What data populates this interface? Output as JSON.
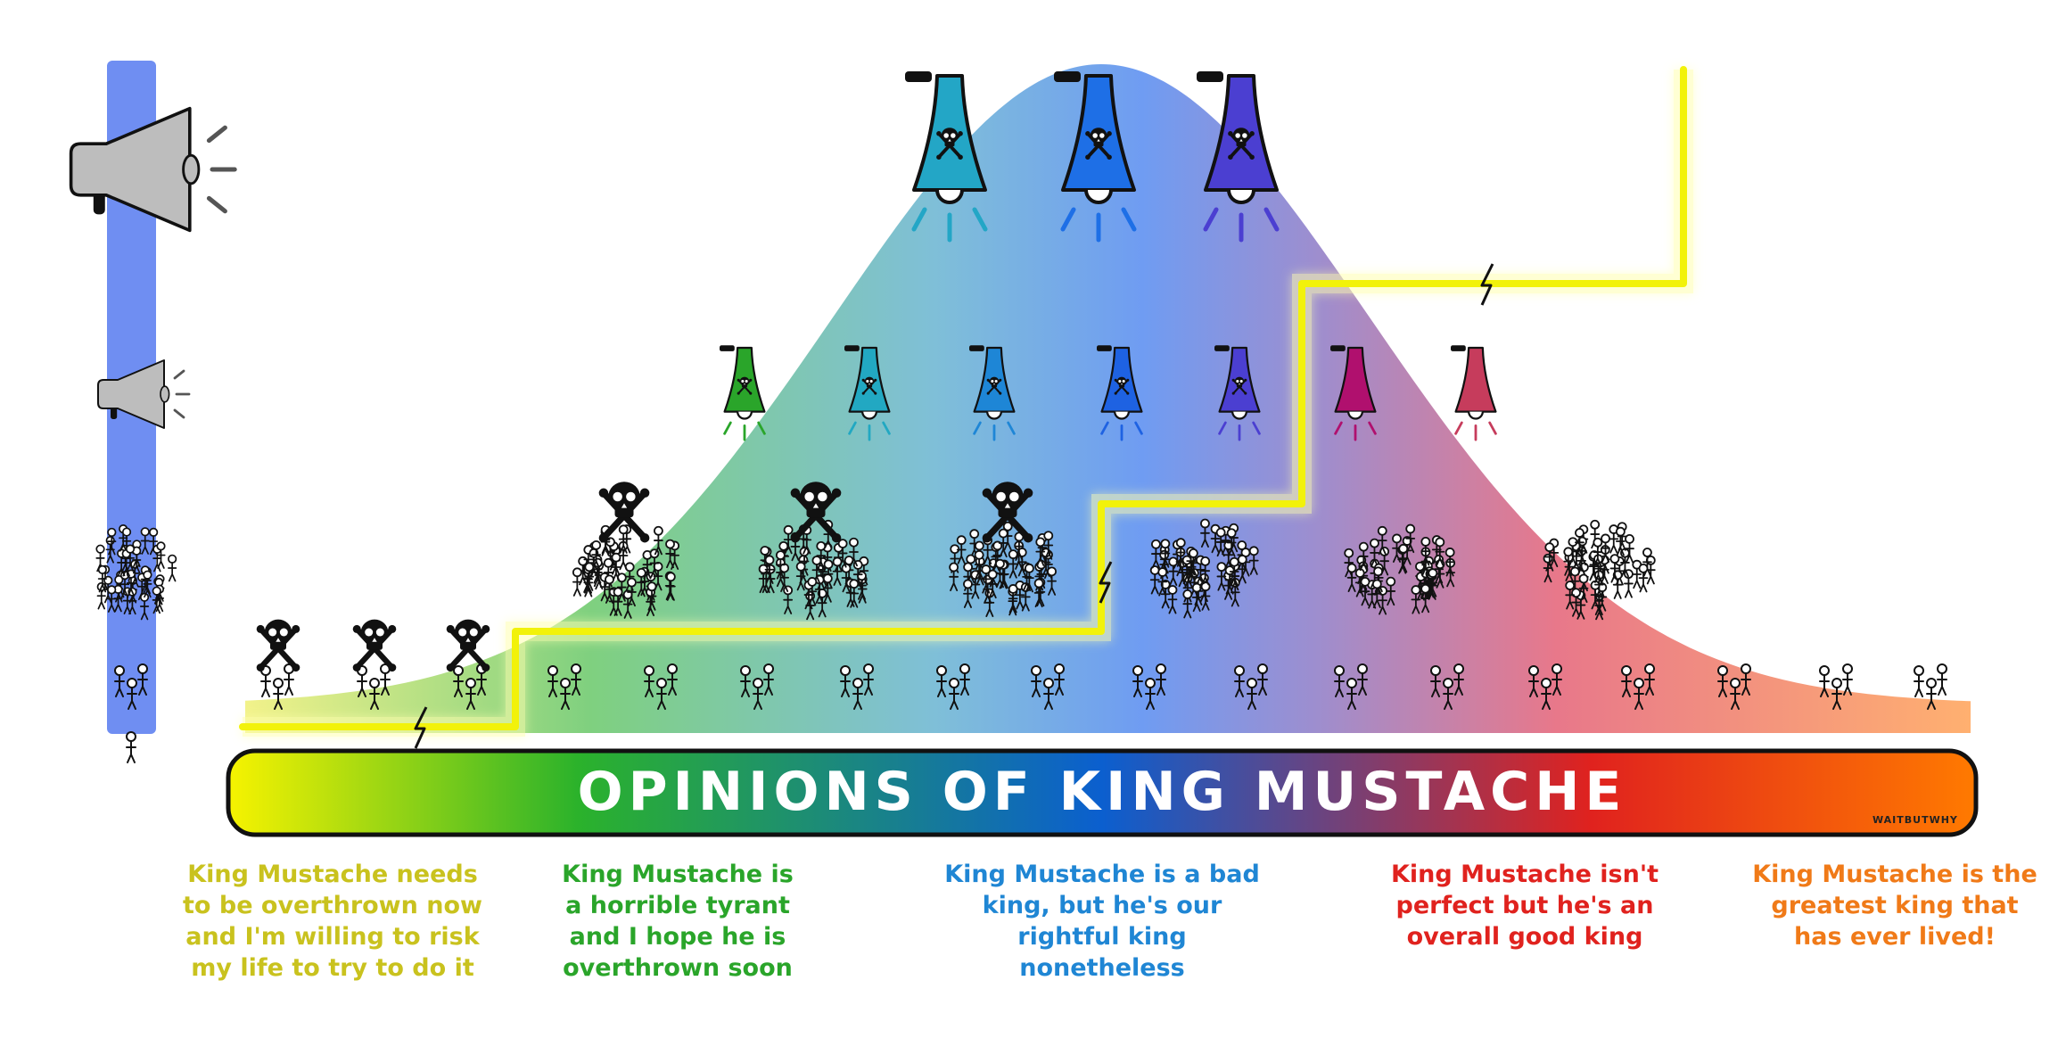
{
  "title": "OPINIONS OF KING MUSTACHE",
  "credit": "WAITBUTWHY",
  "colors": {
    "yellow": "#f7f300",
    "green": "#2bb22b",
    "blue": "#0b5fcf",
    "red": "#e0221e",
    "orange": "#ff7a00",
    "sidebar": "#6f8ef2",
    "wire": "#f2f20a"
  },
  "opinions": [
    {
      "text": "King Mustache needs\nto be overthrown now\nand I'm willing to risk\nmy life to try to do it",
      "color": "#c9c21e"
    },
    {
      "text": "King Mustache is\na horrible tyrant\nand I hope he is\noverthrown soon",
      "color": "#2aa52a"
    },
    {
      "text": "King Mustache is a bad\nking, but he's our\nrightful king nonetheless",
      "color": "#1f86d4"
    },
    {
      "text": "King Mustache isn't\nperfect but he's an\noverall good king",
      "color": "#e0221e"
    },
    {
      "text": "King Mustache is the\ngreatest king that\nhas ever lived!",
      "color": "#f07a18"
    }
  ],
  "icons": {
    "megaphone_large": "megaphone-icon",
    "megaphone_small": "megaphone-icon",
    "bell": "alarm-bell-icon",
    "skull": "skull-crossbones-icon",
    "person": "stick-figure-icon",
    "lightning": "lightning-bolt-icon"
  }
}
